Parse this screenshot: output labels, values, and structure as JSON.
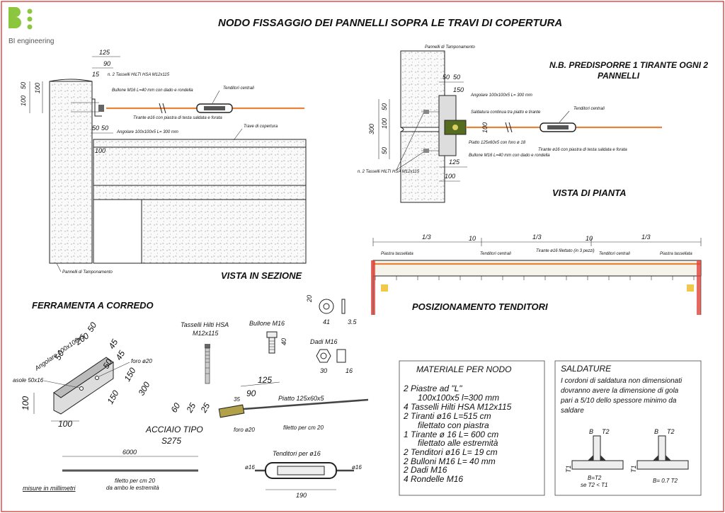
{
  "logo": {
    "company": "BI engineering",
    "mark_color": "#8cc63f"
  },
  "title": "NODO  FISSAGGIO DEI PANNELLI SOPRA LE TRAVI DI COPERTURA",
  "section_view": {
    "heading": "VISTA IN SEZIONE",
    "dims": [
      "125",
      "90",
      "15",
      "100",
      "50",
      "100",
      "50",
      "50",
      "100"
    ],
    "labels": {
      "anchors": "n. 2 Tasselli HILTI HSA M12x115",
      "bolt": "Bullone M16 L=40 mm con dado e rondella",
      "tensioners": "Tenditori centrali",
      "rod": "Tirante ø16 con piastra di testa saldata e forata",
      "angle": "Angolare 100x100x5 L= 300 mm",
      "beam": "Trave di copertura",
      "panels": "Pannelli di Tamponamento"
    }
  },
  "plan_view": {
    "heading": "VISTA DI PIANTA",
    "note": [
      "N.B. PREDISPORRE 1 TIRANTE OGNI 2",
      "PANNELLI"
    ],
    "dims": [
      "50",
      "50",
      "150",
      "50",
      "100",
      "50",
      "300",
      "100",
      "125",
      "100"
    ],
    "labels": {
      "panels": "Pannelli di Tamponamento",
      "angle": "Angolare 100x100x5 L= 300 mm",
      "weld": "Saldatura continua tra piatto e tirante",
      "tensioners": "Tenditori centrali",
      "plate": "Piatto 125x60x5 con foro ø 18",
      "bolt": "Bullone M16 L=40 mm con dado e rondella",
      "rod": "Tirante ø16 con piastra di testa saldata e forata",
      "anchors": "n. 2 Tasselli HILTI HSA M12x115"
    }
  },
  "positioning": {
    "heading": "POSIZIONAMENTO TENDITORI",
    "fractions": [
      "1/3",
      "10",
      "1/3",
      "10",
      "1/3"
    ],
    "labels": [
      "Piastra tassellata",
      "Tenditori centrali",
      "Tirante ø16 filettato (in 3 pezzi)",
      "Tenditori centrali",
      "Piastra tassellata"
    ]
  },
  "hardware": {
    "heading": "FERRAMENTA A CORREDO",
    "angle_title": "Angolare 100x100x5",
    "angle_dims": [
      "50",
      "200",
      "50",
      "45",
      "45",
      "50",
      "150",
      "150",
      "300",
      "100",
      "100"
    ],
    "slot": "asole 50x16",
    "hole": "foro ø20",
    "anchor_title": [
      "Tasselli Hilti HSA",
      "M12x115"
    ],
    "bolt_title": "Bullone M16",
    "bolt_dim": "40",
    "washer_dims": [
      "20",
      "41",
      "3.5"
    ],
    "nut_title": "Dadi M16",
    "nut_dims": [
      "30",
      "16"
    ],
    "plate_title": "Piatto 125x60x5",
    "plate_dims": [
      "125",
      "90",
      "35",
      "60",
      "25",
      "25"
    ],
    "plate_hole": "foro ø20",
    "plate_thread": "filetto per cm 20",
    "steel": [
      "ACCIAIO TIPO",
      "S275"
    ],
    "rod_length": "6000",
    "rod_thread": [
      "filetto per cm 20",
      "da ambo le estremità"
    ],
    "units": "misure in millimetri",
    "tensioner_title": "Tenditori per ø16",
    "tensioner_dims": [
      "ø16",
      "ø16",
      "190"
    ]
  },
  "materials": {
    "heading": "MATERIALE  PER NODO",
    "lines": [
      "2  Piastre ad \"L\"",
      "100x100x5 l=300 mm",
      "4  Tasselli Hilti HSA M12x115",
      "2  Tiranti  ø16  L=515 cm",
      "filettato con piastra",
      "1  Tirante  ø 16  L= 600 cm",
      "filettato alle estremità",
      "2  Tenditori ø16 L= 19 cm",
      "2   Bulloni M16 L= 40 mm",
      "2  Dadi M16",
      "4  Rondelle M16"
    ]
  },
  "welding": {
    "heading": "SALDATURE",
    "lines": [
      "I cordoni di saldatura non dimensionati",
      "dovranno avere la dimensione di gola",
      "pari a 5/10 dello spessore minimo da",
      "saldare"
    ],
    "detail1": {
      "b": "B",
      "t2": "T2",
      "t1": "T1",
      "eq1": "B=T2",
      "eq2": "se T2 < T1"
    },
    "detail2": {
      "b": "B",
      "t2": "T2",
      "t1": "T1",
      "eq": "B= 0.7 T2"
    }
  }
}
